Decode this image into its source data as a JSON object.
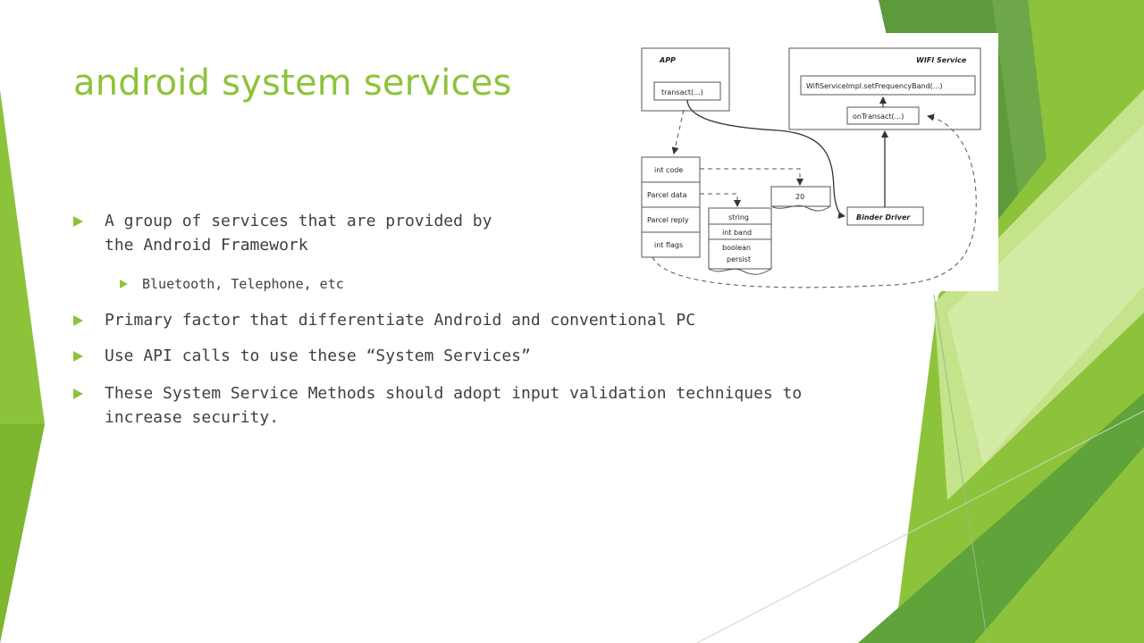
{
  "slide": {
    "title": "android system services",
    "bullets": [
      {
        "text": "A group of services that are provided by\nthe Android Framework"
      },
      {
        "text": "Bluetooth, Telephone, etc"
      },
      {
        "text": "Primary factor that differentiate Android and conventional PC"
      },
      {
        "text": "Use API calls to use these “System Services”"
      },
      {
        "text": "These System Service Methods should adopt input validation techniques to\nincrease security."
      }
    ]
  },
  "diagram": {
    "app_label": "APP",
    "transact_label": "transact(...)",
    "wifi_service_label": "WIFI Service",
    "wifi_method_label": "WifiServiceImpl.setFrequencyBand(...)",
    "on_transact_label": "onTransact(...)",
    "binder_driver_label": "Binder Driver",
    "parcel_fields": [
      "int code",
      "Parcel data",
      "Parcel reply",
      "int flags"
    ],
    "code_value": "20",
    "data_fields": [
      "string",
      "int band",
      "boolean",
      "persist"
    ]
  },
  "colors": {
    "accent": "#8dc33a",
    "text": "#404040"
  }
}
